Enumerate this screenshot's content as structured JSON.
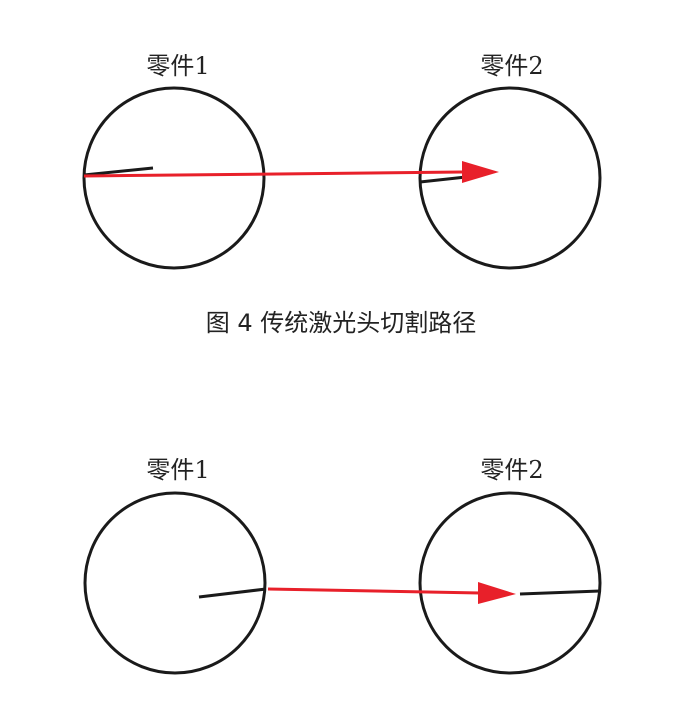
{
  "top": {
    "part1_label": "零件1",
    "part2_label": "零件2",
    "caption": "图 4 传统激光头切割路径"
  },
  "bottom": {
    "part1_label": "零件1",
    "part2_label": "零件2"
  },
  "colors": {
    "path": "#e8202a",
    "outline": "#1a1a1a"
  }
}
